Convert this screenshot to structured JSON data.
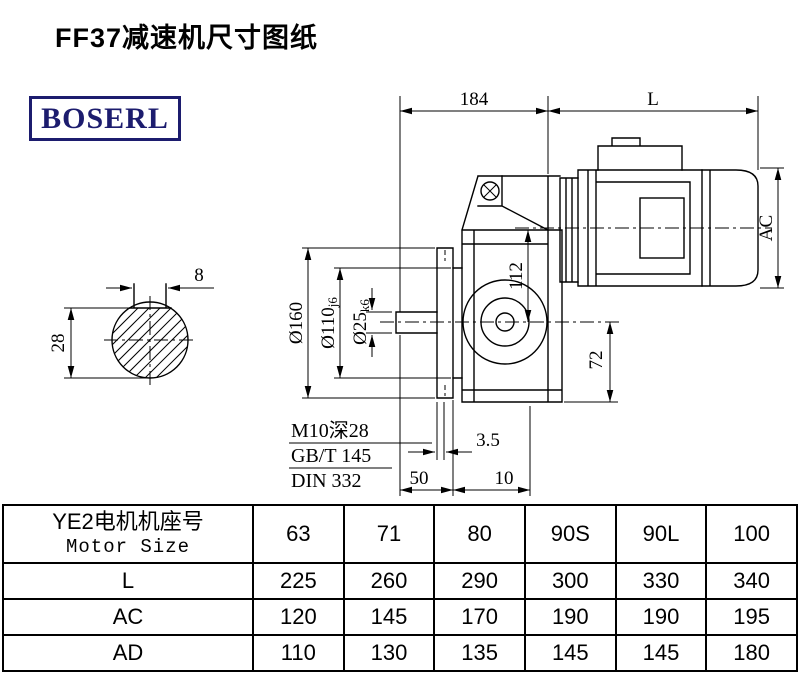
{
  "page": {
    "title": "FF37减速机尺寸图纸"
  },
  "logo": {
    "text": "BOSERL",
    "color": "#1c1c6e"
  },
  "colors": {
    "line": "#000000",
    "background": "#ffffff"
  },
  "drawing": {
    "dim_184": "184",
    "dim_L": "L",
    "dim_AC": "AC",
    "dim_8": "8",
    "dim_28": "28",
    "dim_160": "Ø160",
    "dim_110": "Ø110",
    "dim_110_tol": "j6",
    "dim_25": "Ø25",
    "dim_25_tol": "k6",
    "dim_112": "112",
    "dim_72": "72",
    "note_tap": "M10深28",
    "note_gbt": "GB/T 145",
    "note_din": "DIN 332",
    "dim_3_5": "3.5",
    "dim_50": "50",
    "dim_10": "10"
  },
  "table": {
    "header_cn": "YE2电机机座号",
    "header_en": "Motor Size",
    "sizes": [
      "63",
      "71",
      "80",
      "90S",
      "90L",
      "100"
    ],
    "rows": [
      {
        "label": "L",
        "values": [
          "225",
          "260",
          "290",
          "300",
          "330",
          "340"
        ]
      },
      {
        "label": "AC",
        "values": [
          "120",
          "145",
          "170",
          "190",
          "190",
          "195"
        ]
      },
      {
        "label": "AD",
        "values": [
          "110",
          "130",
          "135",
          "145",
          "145",
          "180"
        ]
      }
    ]
  }
}
